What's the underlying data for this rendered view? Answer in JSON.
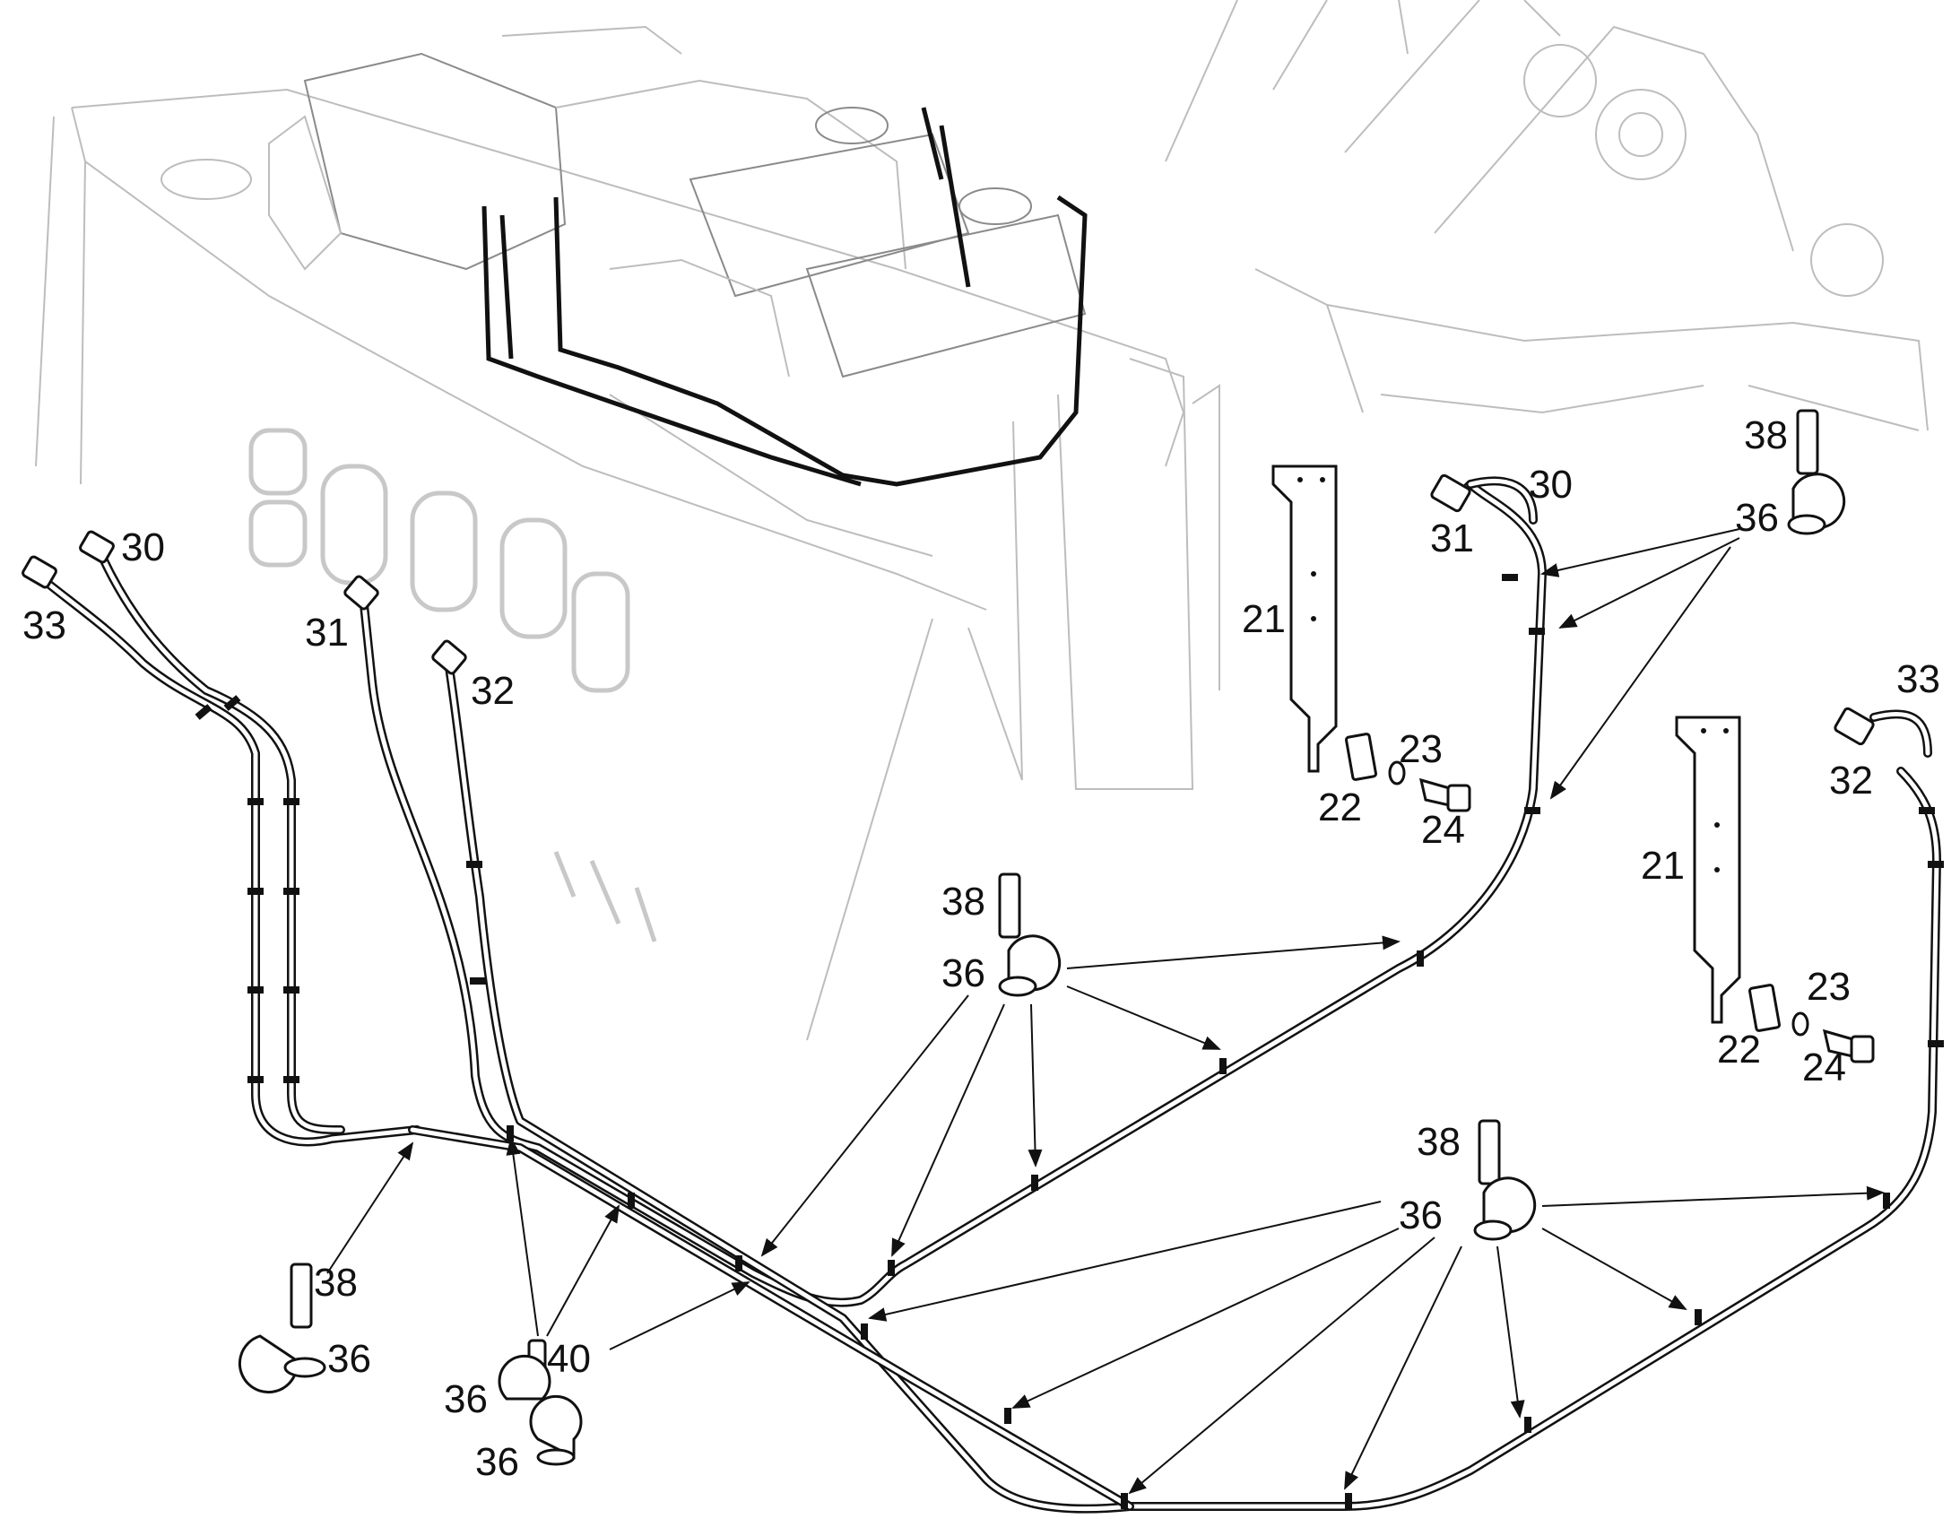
{
  "callouts": {
    "c30a": "30",
    "c33a": "33",
    "c31a": "31",
    "c32a": "32",
    "c21a": "21",
    "c22a": "22",
    "c23a": "23",
    "c24a": "24",
    "c30b": "30",
    "c31b": "31",
    "c38a": "38",
    "c36a": "36",
    "c33b": "33",
    "c32b": "32",
    "c21b": "21",
    "c22b": "22",
    "c23b": "23",
    "c24b": "24",
    "c38b": "38",
    "c36b": "36",
    "c38c": "38",
    "c36c": "36",
    "c38d": "38",
    "c36d": "36",
    "c40": "40",
    "c36e": "36",
    "c36f": "36"
  },
  "colors": {
    "line": "#111111",
    "ghost": "#bdbdbd",
    "background": "#ffffff"
  }
}
